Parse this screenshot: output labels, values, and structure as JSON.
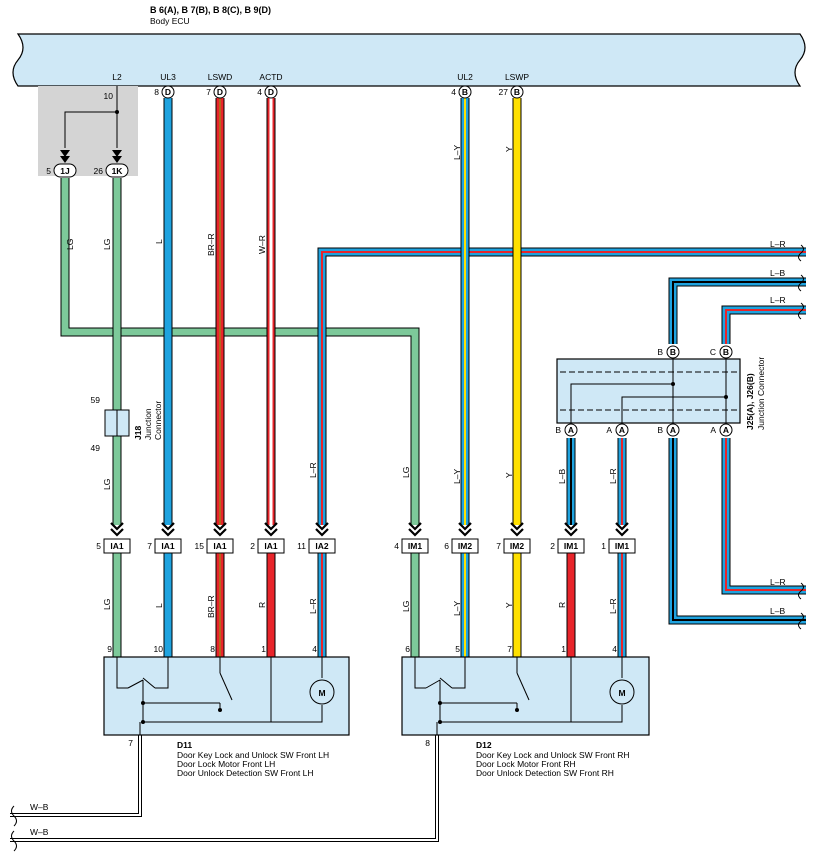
{
  "ecu": {
    "title": "B 6(A), B 7(B), B 8(C), B 9(D)",
    "subtitle": "Body ECU",
    "pins": [
      {
        "signal": "L2",
        "num": "10",
        "conn": ""
      },
      {
        "signal": "UL3",
        "num": "8",
        "conn": "D"
      },
      {
        "signal": "LSWD",
        "num": "7",
        "conn": "D"
      },
      {
        "signal": "ACTD",
        "num": "4",
        "conn": "D"
      },
      {
        "signal": "UL2",
        "num": "4",
        "conn": "B"
      },
      {
        "signal": "LSWP",
        "num": "27",
        "conn": "B"
      }
    ]
  },
  "ecu_jconn": [
    {
      "num": "5",
      "label": "1J"
    },
    {
      "num": "26",
      "label": "1K"
    }
  ],
  "j18": {
    "id": "J18",
    "name_line1": "Junction",
    "name_line2": "Connector",
    "pin_top": "59",
    "pin_bottom": "49"
  },
  "j25": {
    "id": "J25(A), J26(B)",
    "name": "Junction Connector",
    "top_pins": [
      {
        "num": "B",
        "conn": "B"
      },
      {
        "num": "C",
        "conn": "B"
      }
    ],
    "bottom_pins": [
      {
        "num": "B",
        "conn": "A"
      },
      {
        "num": "A",
        "conn": "A"
      },
      {
        "num": "B",
        "conn": "A"
      },
      {
        "num": "A",
        "conn": "A"
      }
    ]
  },
  "wire_colors": {
    "LG": "LG",
    "L": "L",
    "BR_R": "BR–R",
    "W_R": "W–R",
    "L_R": "L–R",
    "L_Y": "L–Y",
    "Y": "Y",
    "L_B": "L–B",
    "R": "R",
    "W_B": "W–B"
  },
  "right_labels": [
    "L–R",
    "L–B",
    "L–R",
    "L–R",
    "L–B"
  ],
  "ia_connectors": [
    {
      "pin": "5",
      "label": "IA1"
    },
    {
      "pin": "7",
      "label": "IA1"
    },
    {
      "pin": "15",
      "label": "IA1"
    },
    {
      "pin": "2",
      "label": "IA1"
    },
    {
      "pin": "11",
      "label": "IA2"
    }
  ],
  "im_connectors": [
    {
      "pin": "4",
      "label": "IM1"
    },
    {
      "pin": "6",
      "label": "IM2"
    },
    {
      "pin": "7",
      "label": "IM2"
    },
    {
      "pin": "2",
      "label": "IM1"
    },
    {
      "pin": "1",
      "label": "IM1"
    }
  ],
  "d11": {
    "id": "D11",
    "lines": [
      "Door Key Lock and Unlock SW Front LH",
      "Door Lock Motor Front LH",
      "Door Unlock Detection SW Front LH"
    ],
    "pins": [
      "9",
      "10",
      "8",
      "1",
      "4"
    ],
    "ground_pin": "7"
  },
  "d12": {
    "id": "D12",
    "lines": [
      "Door Key Lock and Unlock SW Front RH",
      "Door Lock Motor Front RH",
      "Door Unlock Detection SW Front RH"
    ],
    "pins": [
      "6",
      "5",
      "7",
      "1",
      "4"
    ],
    "ground_pin": "8"
  },
  "motor_symbol": "M",
  "colors": {
    "ecu_fill": "#cfe8f6",
    "green": "#7dc99a",
    "blue": "#1fa3df",
    "red": "#e8242a",
    "yellow": "#ffe000",
    "gray_box": "#d4d4d4"
  }
}
